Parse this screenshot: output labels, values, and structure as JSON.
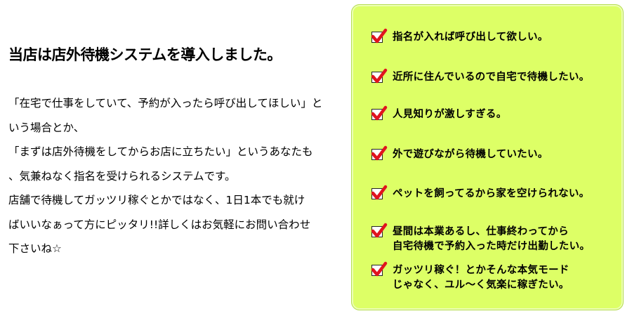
{
  "heading": "当店は店外待機システムを導入しました。",
  "body_lines": [
    "「在宅で仕事をしていて、予約が入ったら呼び出してほしい」と",
    "いう場合とか、",
    "「まずは店外待機をしてからお店に立ちたい」というあなたも",
    "、気兼ねなく指名を受けられるシステムです。",
    "店舗で待機してガッツリ稼ぐとかではなく、1日1本でも就け",
    "ばいいなぁって方にピッタリ!!詳しくはお気軽にお問い合わせ",
    "下さいね☆"
  ],
  "checklist": {
    "icon": "red-checkmark-icon",
    "accent_color": "#e0141e",
    "panel_color": "#ddff66",
    "items": [
      {
        "lines": [
          "指名が入れば呼び出して欲しい。"
        ]
      },
      {
        "lines": [
          "近所に住んでいるので自宅で待機したい。"
        ]
      },
      {
        "lines": [
          "人見知りが激しすぎる。"
        ]
      },
      {
        "lines": [
          "外で遊びながら待機していたい。"
        ]
      },
      {
        "lines": [
          "ペットを飼ってるから家を空けられない。"
        ]
      },
      {
        "lines": [
          "昼間は本業あるし、仕事終わってから",
          "自宅待機で予約入った時だけ出勤したい。"
        ]
      },
      {
        "lines": [
          "ガッツリ稼ぐ！とかそんな本気モード",
          "じゃなく、ユル～く気楽に稼ぎたい。"
        ]
      }
    ]
  }
}
